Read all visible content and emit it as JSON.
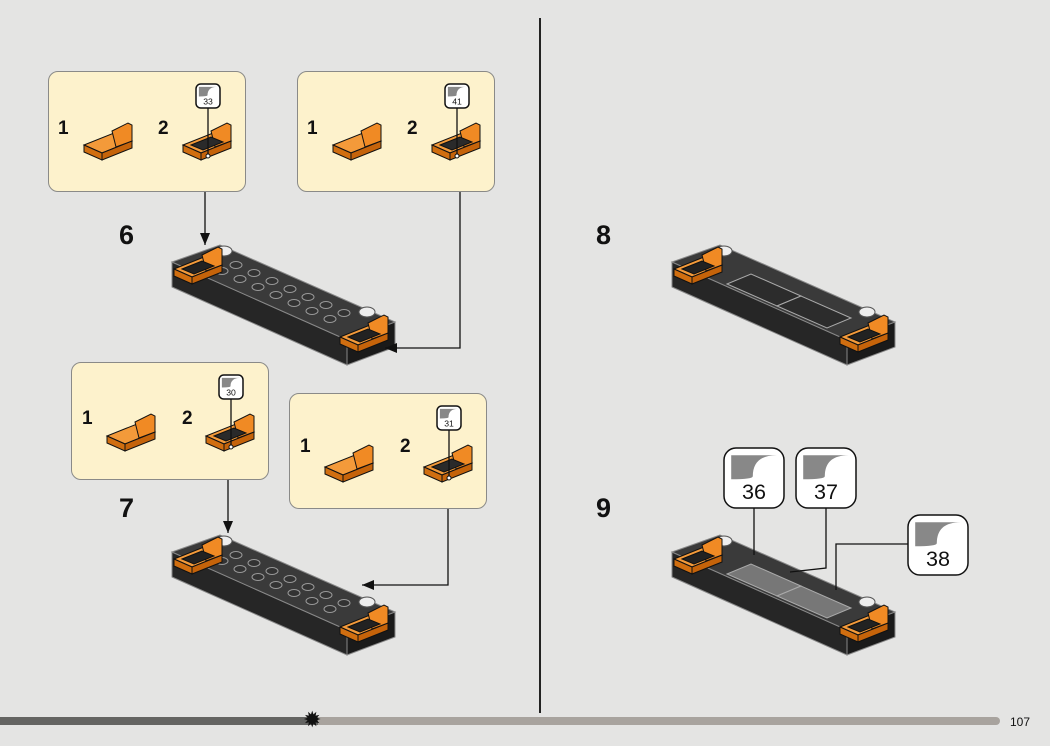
{
  "steps": [
    {
      "number": "6",
      "substeps": [
        {
          "items": [
            "1",
            "2"
          ],
          "sticker": "33"
        },
        {
          "items": [
            "1",
            "2"
          ],
          "sticker": "41"
        }
      ]
    },
    {
      "number": "7",
      "substeps": [
        {
          "items": [
            "1",
            "2"
          ],
          "sticker": "30"
        },
        {
          "items": [
            "1",
            "2"
          ],
          "sticker": "31"
        }
      ]
    },
    {
      "number": "8"
    },
    {
      "number": "9",
      "stickers": [
        "36",
        "37",
        "38"
      ]
    }
  ],
  "page_number": "107",
  "progress": 0.3,
  "colors": {
    "orange": "#f08a24",
    "dark": "#2b2b2b",
    "callout": "#fdf2cc",
    "background": "#e4e4e3"
  }
}
